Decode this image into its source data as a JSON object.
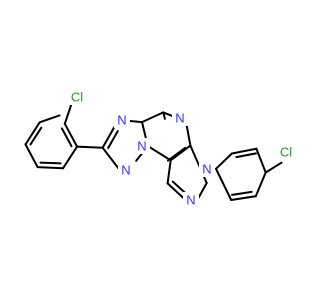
{
  "diagram": {
    "type": "chemical-structure",
    "colors": {
      "bond": "#000000",
      "nitrogen": "#3333ff",
      "chlorine": "#1fa01f",
      "background": "#ffffff"
    },
    "atoms": {
      "n_triazole_top": "N",
      "n_triazole_mid": "N",
      "n_triazole_left": "N",
      "n_pyrimidine": "N",
      "n_pyrazole_sub": "N",
      "n_pyrazole_bottom": "N",
      "cl_left": "Cl",
      "cl_right": "Cl"
    }
  }
}
